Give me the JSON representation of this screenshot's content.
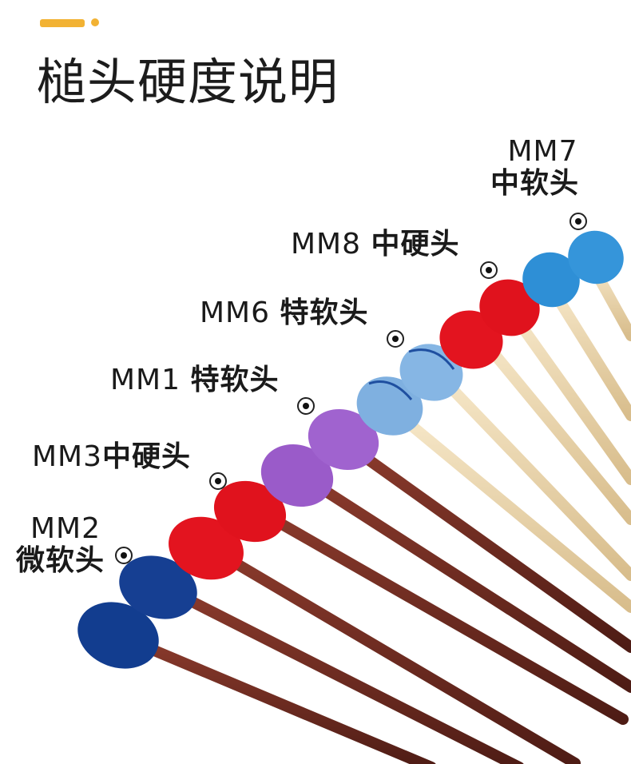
{
  "title": "槌头硬度说明",
  "mallets": [
    {
      "code": "MM2",
      "kind": "微软头"
    },
    {
      "code": "MM3",
      "kind": "中硬头"
    },
    {
      "code": "MM1",
      "kind": "特软头"
    },
    {
      "code": "MM6",
      "kind": "特软头"
    },
    {
      "code": "MM8",
      "kind": "中硬头"
    },
    {
      "code": "MM7",
      "kind": "中软头"
    }
  ],
  "colors": {
    "mm2": "#123d8f",
    "mm3": "#e3141f",
    "mm1": "#9a5bc9",
    "mm6": "#7fb0e0",
    "mm8": "#e3141f",
    "mm7": "#2e8fd6",
    "dark_shaft": "#6b2a20",
    "light_shaft": "#ecd8b0"
  },
  "icons": [
    "marker-icon"
  ]
}
